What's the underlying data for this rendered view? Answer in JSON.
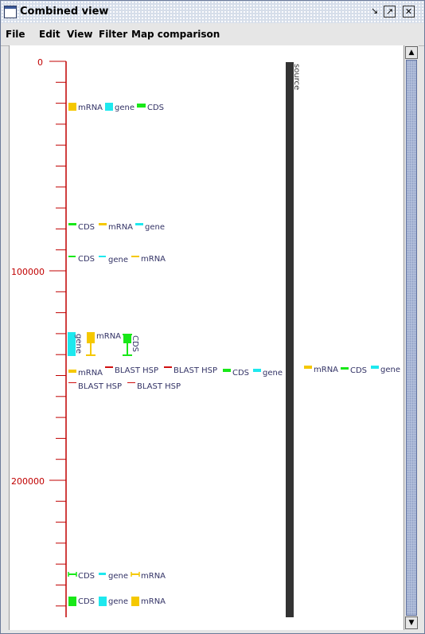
{
  "window": {
    "title": "Combined view"
  },
  "menu": [
    "File",
    "Edit",
    "View",
    "Filter",
    "Map comparison"
  ],
  "axis": {
    "ticks": [
      "0",
      "100000",
      "200000"
    ]
  },
  "source_label": "source",
  "colors": {
    "mRNA": "#f5c800",
    "gene": "#1ee8ee",
    "CDS": "#18e818",
    "BLAST HSP": "#d01010",
    "axis": "#c00000"
  },
  "features": {
    "row1": [
      "mRNA",
      "gene",
      "CDS"
    ],
    "row2": [
      "CDS",
      "mRNA",
      "gene"
    ],
    "row3": [
      "CDS",
      "gene",
      "mRNA"
    ],
    "vertical": [
      "gene",
      "mRNA",
      "CDS"
    ],
    "row4": [
      "mRNA",
      "BLAST HSP",
      "BLAST HSP",
      "CDS",
      "gene"
    ],
    "row5": [
      "BLAST HSP",
      "BLAST HSP"
    ],
    "right": [
      "mRNA",
      "CDS",
      "gene"
    ],
    "row6": [
      "CDS",
      "gene",
      "mRNA"
    ],
    "row7": [
      "CDS",
      "gene",
      "mRNA"
    ]
  }
}
